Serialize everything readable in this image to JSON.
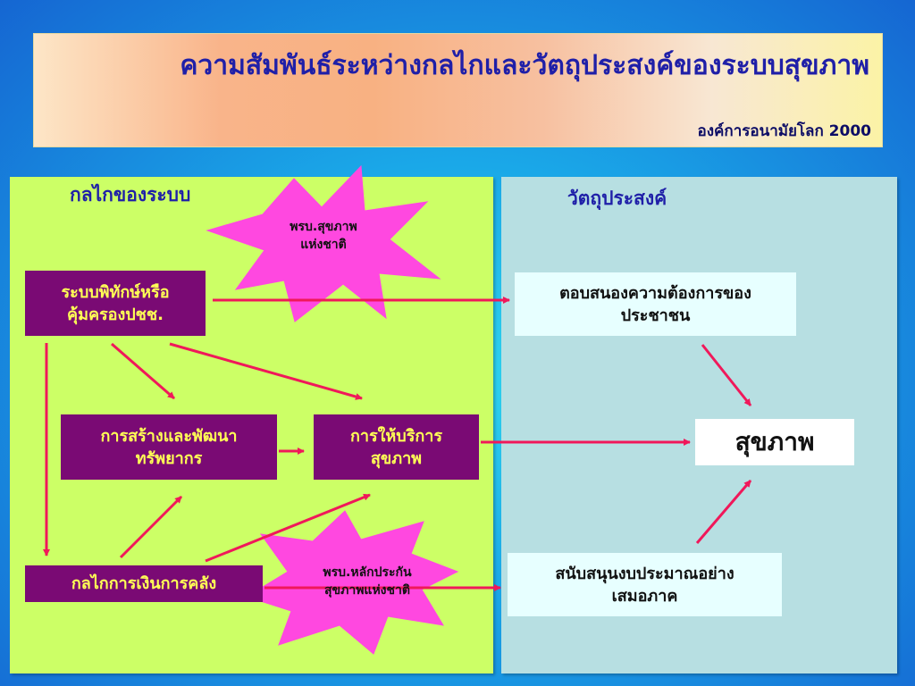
{
  "header": {
    "title": "ความสัมพันธ์ระหว่างกลไกและวัตถุประสงค์ของระบบสุขภาพ",
    "subtitle": "องค์การอนามัยโลก 2000"
  },
  "sections": {
    "mechanism": "กลไกของระบบ",
    "objective": "วัตถุประสงค์"
  },
  "stars": {
    "top": {
      "line1": "พรบ.สุขภาพ",
      "line2": "แห่งชาติ"
    },
    "bottom": {
      "line1": "พรบ.หลักประกัน",
      "line2": "สุขภาพแห่งชาติ"
    }
  },
  "boxes": {
    "stewardship": {
      "line1": "ระบบพิทักษ์หรือ",
      "line2": "คุ้มครองปชช."
    },
    "resources": {
      "line1": "การสร้างและพัฒนา",
      "line2": "ทรัพยากร"
    },
    "service": {
      "line1": "การให้บริการ",
      "line2": "สุขภาพ"
    },
    "financing": {
      "line1": "กลไกการเงินการคลัง"
    },
    "responsiveness": {
      "line1": "ตอบสนองความต้องการของ",
      "line2": "ประชาชน"
    },
    "health": {
      "line1": "สุขภาพ"
    },
    "fairness": {
      "line1": "สนับสนุนงบประมาณอย่าง",
      "line2": "เสมอภาค"
    }
  },
  "colors": {
    "arrow": "#f0185a",
    "star": "#ff48e0",
    "box_fill": "#7a0a74",
    "box_text": "#ffff55",
    "title": "#1f1fa8"
  }
}
